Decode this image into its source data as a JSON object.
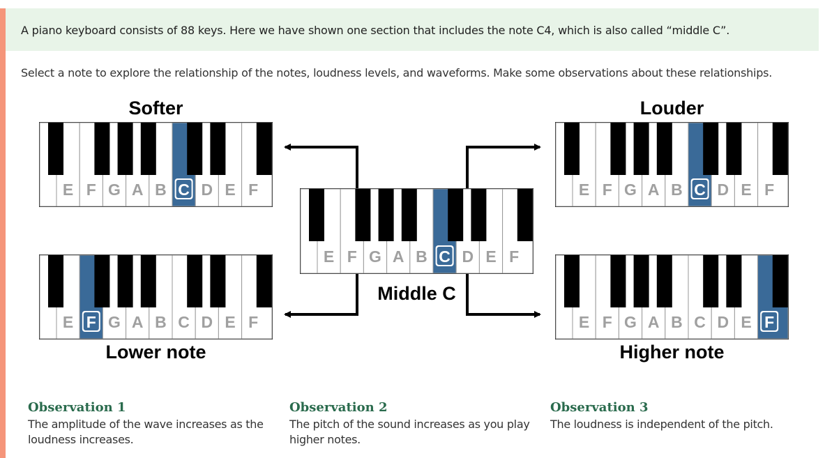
{
  "intro_text": "A piano keyboard consists of 88 keys. Here we have shown one section that includes the note C4, which is also called “middle C”.",
  "instructions_text": "Select a note to explore the relationship of the notes, loudness levels, and waveforms. Make some observations about these relationships.",
  "key_labels": [
    "E",
    "F",
    "G",
    "A",
    "B",
    "C",
    "D",
    "E",
    "F"
  ],
  "colors": {
    "accent": "#f5957a",
    "intro_bg": "#e8f4e8",
    "highlight": "#3a6a98",
    "heading": "#2a6b4d"
  },
  "keyboards": [
    {
      "id": "softer",
      "label": "Softer",
      "selected_index": 5
    },
    {
      "id": "middle-c",
      "label": "Middle C",
      "selected_index": 5
    },
    {
      "id": "louder",
      "label": "Louder",
      "selected_index": 5
    },
    {
      "id": "lower-note",
      "label": "Lower note",
      "selected_index": 1
    },
    {
      "id": "higher-note",
      "label": "Higher note",
      "selected_index": 8
    }
  ],
  "observations": [
    {
      "title": "Observation 1",
      "text": "The amplitude of the wave increases as the loudness increases."
    },
    {
      "title": "Observation 2",
      "text": "The pitch of the sound increases as you play higher notes."
    },
    {
      "title": "Observation 3",
      "text": "The loudness is independent of the pitch."
    }
  ]
}
